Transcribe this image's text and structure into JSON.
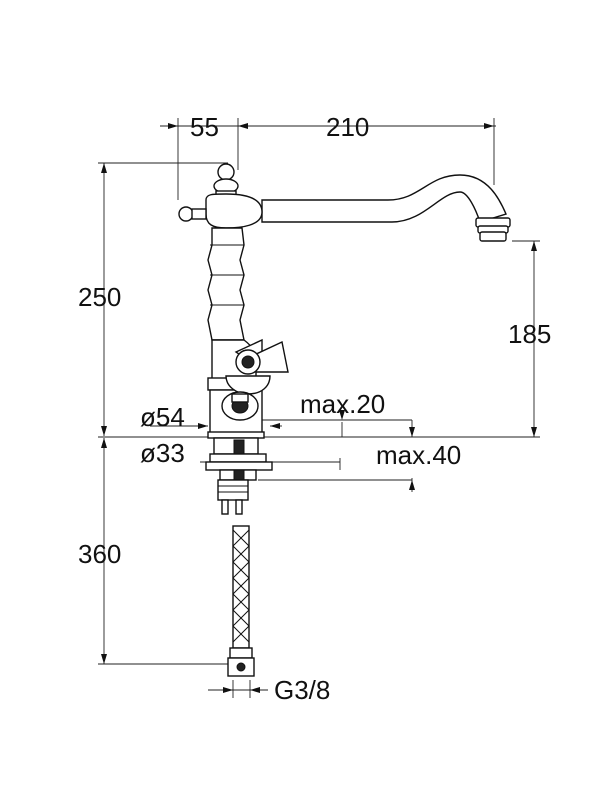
{
  "dimensions": {
    "d55": "55",
    "d210": "210",
    "d250": "250",
    "d185": "185",
    "d360": "360",
    "dia54": "ø54",
    "dia33": "ø33",
    "max20": "max.20",
    "max40": "max.40",
    "thread": "G3/8"
  },
  "colors": {
    "line": "#111111",
    "background": "#ffffff"
  }
}
